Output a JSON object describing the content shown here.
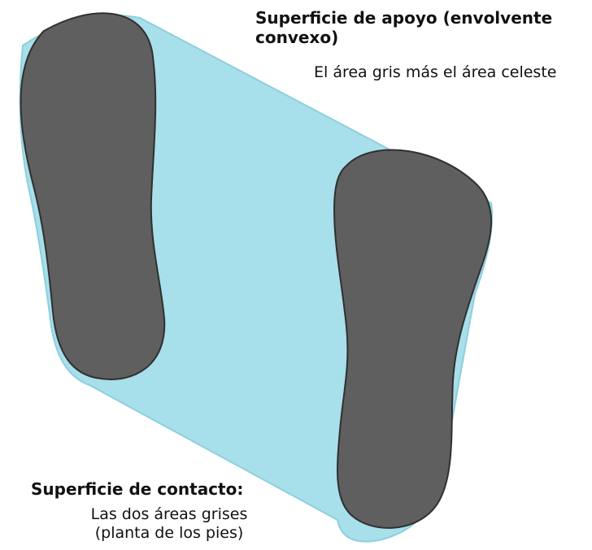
{
  "colors": {
    "support_area": "#a7dfea",
    "foot": "#5f5f5f",
    "foot_outline": "#2f2f2f",
    "text": "#111111"
  },
  "support_surface": {
    "title_line1": "Superficie de apoyo (envolvente",
    "title_line2": "convexo)",
    "description": "El área gris más el área celeste"
  },
  "contact_surface": {
    "title": "Superficie de contacto:",
    "description_line1": "Las dos áreas grises",
    "description_line2": "(planta de los pies)"
  }
}
